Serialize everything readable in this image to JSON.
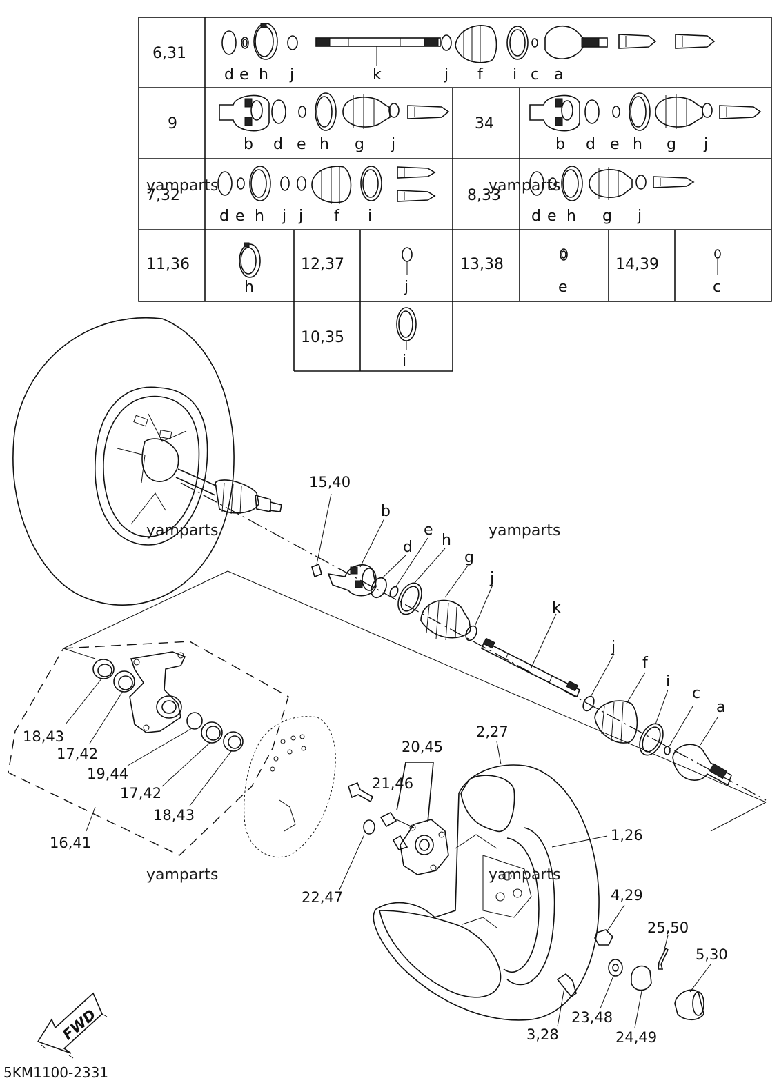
{
  "kit_table": {
    "cells": [
      {
        "id": "6-31",
        "label": "6,31",
        "items": [
          "d",
          "e",
          "h",
          "j",
          "k",
          "j",
          "f",
          "i",
          "c",
          "a"
        ]
      },
      {
        "id": "9",
        "label": "9",
        "items": [
          "b",
          "d",
          "e",
          "h",
          "g",
          "j"
        ]
      },
      {
        "id": "34",
        "label": "34",
        "items": [
          "b",
          "d",
          "e",
          "h",
          "g",
          "j"
        ]
      },
      {
        "id": "7-32",
        "label": "7,32",
        "items": [
          "d",
          "e",
          "h",
          "j",
          "j",
          "f",
          "i"
        ]
      },
      {
        "id": "8-33",
        "label": "8,33",
        "items": [
          "d",
          "e",
          "h",
          "g",
          "j"
        ]
      },
      {
        "id": "11-36",
        "label": "11,36",
        "items": [
          "h"
        ]
      },
      {
        "id": "12-37",
        "label": "12,37",
        "items": [
          "j"
        ]
      },
      {
        "id": "13-38",
        "label": "13,38",
        "items": [
          "e"
        ]
      },
      {
        "id": "14-39",
        "label": "14,39",
        "items": [
          "c"
        ]
      },
      {
        "id": "10-35",
        "label": "10,35",
        "items": [
          "i"
        ]
      }
    ]
  },
  "exploded": {
    "shaft_letters": [
      "b",
      "d",
      "e",
      "h",
      "g",
      "j",
      "k",
      "j",
      "f",
      "i",
      "c",
      "a"
    ],
    "callouts": [
      "15,40",
      "2,27",
      "20,45",
      "21,46",
      "1,26",
      "18,43",
      "17,42",
      "19,44",
      "17,42",
      "18,43",
      "16,41",
      "22,47",
      "4,29",
      "25,50",
      "5,30",
      "3,28",
      "23,48",
      "24,49"
    ]
  },
  "watermarks": [
    "yamparts",
    "yamparts",
    "yamparts",
    "yamparts",
    "yamparts",
    "yamparts"
  ],
  "fwd_label": "FWD",
  "part_code": "5KM1100-2331"
}
